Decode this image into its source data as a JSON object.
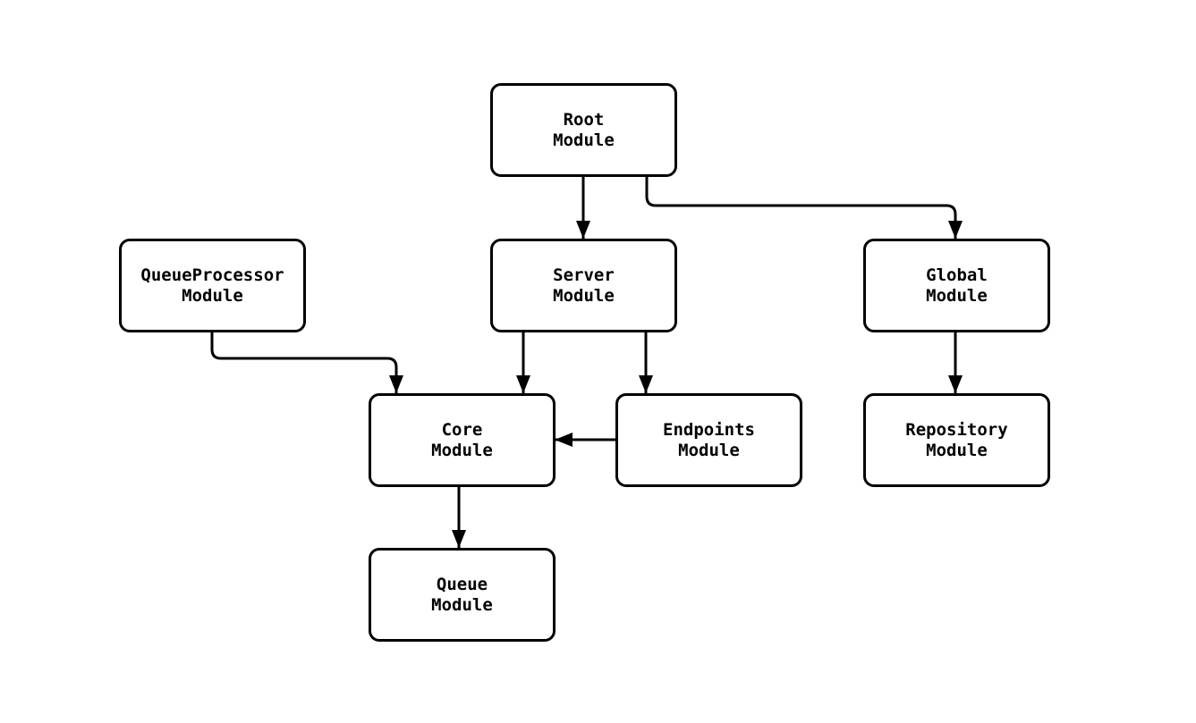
{
  "diagram": {
    "background_color": "#ffffff",
    "node_fill_color": "#ffffff",
    "node_border_color": "#000000",
    "edge_color": "#000000",
    "nodes": [
      {
        "id": "root-module",
        "label": "Root\nModule"
      },
      {
        "id": "queueprocessor-module",
        "label": "QueueProcessor\nModule"
      },
      {
        "id": "server-module",
        "label": "Server\nModule"
      },
      {
        "id": "global-module",
        "label": "Global\nModule"
      },
      {
        "id": "core-module",
        "label": "Core\nModule"
      },
      {
        "id": "endpoints-module",
        "label": "Endpoints\nModule"
      },
      {
        "id": "repository-module",
        "label": "Repository\nModule"
      },
      {
        "id": "queue-module",
        "label": "Queue\nModule"
      }
    ],
    "edges": [
      {
        "from": "Root Module",
        "to": "Server Module"
      },
      {
        "from": "Root Module",
        "to": "Global Module"
      },
      {
        "from": "QueueProcessor Module",
        "to": "Core Module"
      },
      {
        "from": "Server Module",
        "to": "Core Module"
      },
      {
        "from": "Server Module",
        "to": "Endpoints Module"
      },
      {
        "from": "Endpoints Module",
        "to": "Core Module"
      },
      {
        "from": "Global Module",
        "to": "Repository Module"
      },
      {
        "from": "Core Module",
        "to": "Queue Module"
      }
    ]
  }
}
